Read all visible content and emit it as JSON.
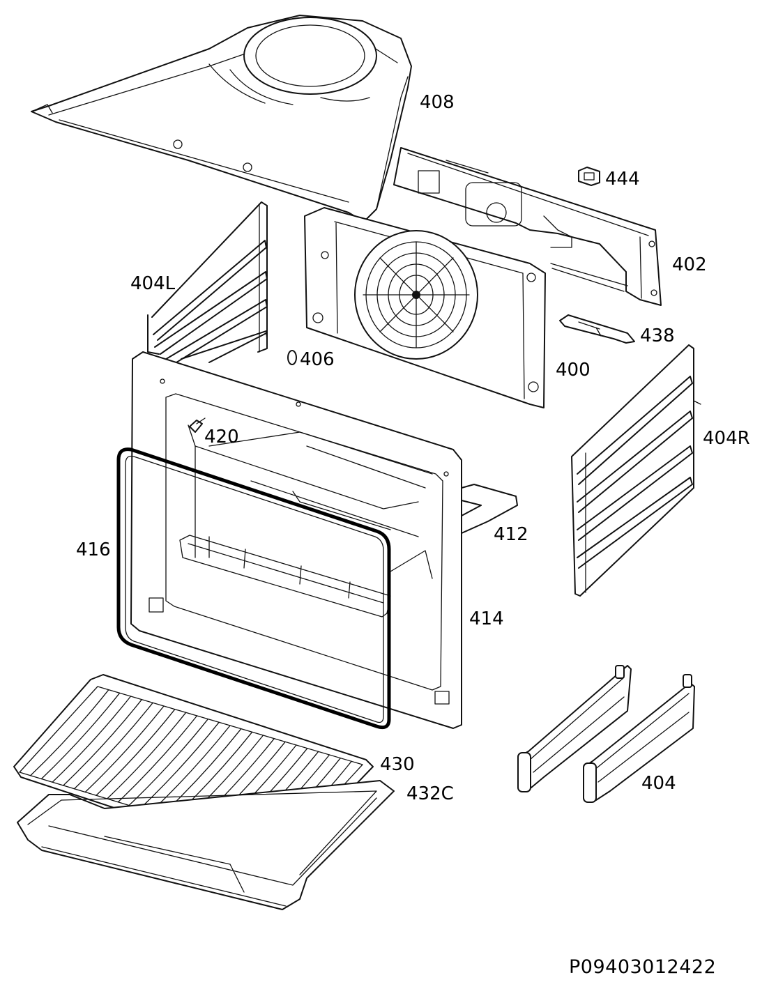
{
  "diagram": {
    "reference": "P09403012422",
    "labels": {
      "408": "408",
      "444": "444",
      "402": "402",
      "404L": "404L",
      "406": "406",
      "438": "438",
      "400": "400",
      "420": "420",
      "404R": "404R",
      "412": "412",
      "416": "416",
      "414": "414",
      "430": "430",
      "432C": "432C",
      "404": "404"
    }
  }
}
